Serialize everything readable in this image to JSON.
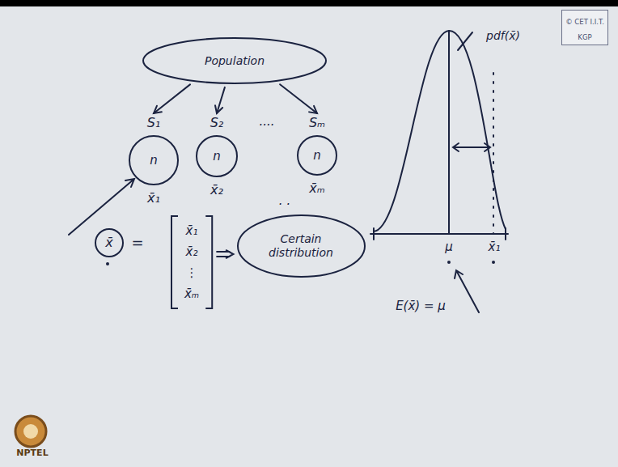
{
  "diagram": {
    "nodes": [
      {
        "text": [
          "Population"
        ]
      },
      {
        "text": [
          "S₁",
          "n",
          "x̄₁"
        ]
      },
      {
        "text": [
          "S₂",
          "n",
          "x̄₂"
        ]
      },
      {
        "text": [
          "Sₘ",
          "n",
          "x̄ₘ"
        ]
      },
      {
        "text": [
          "x̄"
        ]
      },
      {
        "text": [
          "x̄₁",
          "x̄₂",
          "⋮",
          "x̄ₘ"
        ]
      },
      {
        "text": [
          "Certain distribution"
        ]
      },
      {
        "text": [
          "© CET I.I.T. KGP"
        ]
      }
    ],
    "edges": [
      {
        "from": 0,
        "to": 1,
        "arrow": "to"
      },
      {
        "from": 0,
        "to": 2,
        "arrow": "to"
      },
      {
        "from": 0,
        "to": 3,
        "arrow": "to"
      },
      {
        "from": 5,
        "to": 6,
        "arrow": "to"
      }
    ],
    "labels": [
      "....",
      ". .",
      "=",
      "pdf(x̄)",
      "μ",
      "x̄₁",
      "E(x̄) = μ",
      "NPTEL"
    ]
  }
}
